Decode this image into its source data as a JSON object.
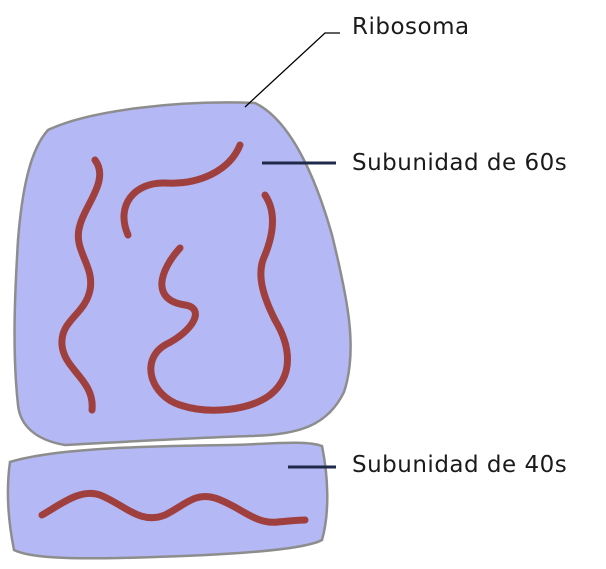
{
  "labels": {
    "ribosome": "Ribosoma",
    "large_subunit": "Subunidad de 60s",
    "small_subunit": "Subunidad de 40s"
  },
  "colors": {
    "subunit_fill": "#b4b8f4",
    "subunit_outline": "#8d8d8d",
    "rna_strand": "#a0403e",
    "rna_strand_dark": "#6e2220",
    "leader_line": "#1f2a4a"
  },
  "icons": {
    "large_subunit": "ribosome-60s-subunit-shape",
    "small_subunit": "ribosome-40s-subunit-shape",
    "rna": "rrna-strand"
  }
}
